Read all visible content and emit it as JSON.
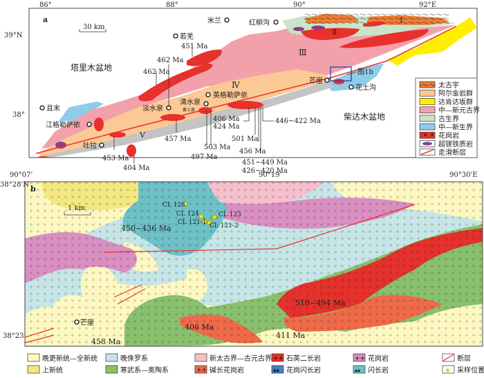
{
  "colors": {
    "archean": "#f07c34",
    "altyn": "#fcc995",
    "dakendaban": "#ffee00",
    "meso_neoproterozoic": "#f2a1ab",
    "paleozoic": "#c9e4c9",
    "meso_cenozoic": "#8fcbea",
    "granite": "#e8302c",
    "ultramafic": "#8a3d88",
    "late_pleistocene": "#fdf7c1",
    "late_jurassic": "#c6e5e6",
    "neoarchean": "#f6bfcc",
    "qmz": "#e4312b",
    "granite_b": "#d98fc2",
    "pliocene": "#f3e77f",
    "cambrian": "#88c06d",
    "alk_granite": "#ee6a48",
    "granodiorite": "#4a7fc0",
    "diorite": "#6ec1c6"
  },
  "panel_a": {
    "label": "a",
    "lon_ticks": [
      "86°",
      "88°",
      "90°",
      "92°E"
    ],
    "lat_ticks": [
      "39°N",
      "38°"
    ],
    "scale": "30 km",
    "basins": [
      "塔里木盆地",
      "柴达木盆地"
    ],
    "places": [
      "米兰",
      "若羌",
      "红柳沟",
      "淡水泉",
      "清水泉",
      "英格勒萨依",
      "黄土泉",
      "且末",
      "江格勒萨依",
      "吐拉",
      "芒崖",
      "花土沟"
    ],
    "units": [
      "Ⅰ",
      "Ⅱ",
      "Ⅲ",
      "Ⅳ",
      "Ⅴ"
    ],
    "inset_label": "图1b",
    "ages": [
      "451 Ma",
      "462 Ma",
      "462 Ma",
      "457 Ma",
      "453 Ma",
      "404 Ma",
      "503 Ma",
      "497 Ma",
      "406 Ma",
      "424 Ma",
      "501 Ma",
      "456 Ma",
      "451~449 Ma",
      "426~420 Ma",
      "446~422 Ma"
    ],
    "legend": [
      "太古宇",
      "阿尔金岩群",
      "达肯达坂群",
      "中—新元古界",
      "古生界",
      "中—新生界",
      "花岗岩",
      "超镁铁质岩",
      "走滑断层"
    ]
  },
  "panel_b": {
    "label": "b",
    "lon_ticks": [
      "90°07'",
      "90°19'",
      "90°30'E"
    ],
    "lat_ticks": [
      "38°28'N",
      "38°23'"
    ],
    "scale": "1 km",
    "samples": [
      "CL 126",
      "CL 124",
      "CL 123",
      "CL 121-1",
      "CL 121-2"
    ],
    "ages": [
      "450~436 Ma",
      "510~494 Ma",
      "406 Ma",
      "411 Ma",
      "458 Ma"
    ],
    "place": "芒崖"
  },
  "legend_b": [
    [
      "晚更新统—全新统",
      "上新统"
    ],
    [
      "晚侏罗系",
      "寒武系—奥陶系"
    ],
    [
      "新太古界—古元古界",
      "碱长花岗岩"
    ],
    [
      "石英二长岩",
      "花岗闪长岩"
    ],
    [
      "花岗岩",
      "闪长岩"
    ],
    [
      "断层",
      "采样位置"
    ]
  ]
}
